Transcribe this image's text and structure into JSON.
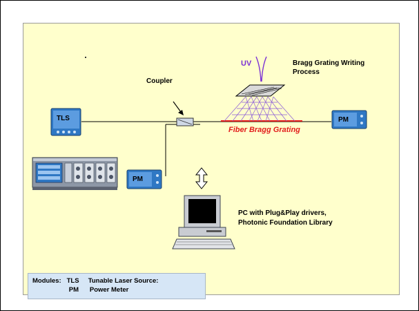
{
  "labels": {
    "uv": "UV",
    "bragg_process": [
      "Bragg Grating Writing",
      "Process"
    ],
    "coupler": "Coupler",
    "fiber_bragg_grating": "Fiber Bragg Grating",
    "tls": "TLS",
    "pm_right": "PM",
    "pm_bottom": "PM",
    "pc": [
      "PC with Plug&Play drivers,",
      "Photonic Foundation Library"
    ]
  },
  "legend": {
    "line1": "Modules:   TLS     Tunable Laser Source:",
    "line2": "                    PM      Power Meter"
  },
  "colors": {
    "panel_bg": "#ffffcc",
    "legend_bg": "#d6e6f6",
    "device_blue": "#2f78c4",
    "grating_red": "#e21b1b",
    "uv_purple": "#7a2fd4"
  },
  "icons": [
    "laser-source-icon",
    "power-meter-icon",
    "instrument-frame-icon",
    "fiber-coupler-icon",
    "computer-icon",
    "bidirectional-arrow-icon",
    "uv-beam-icon"
  ]
}
